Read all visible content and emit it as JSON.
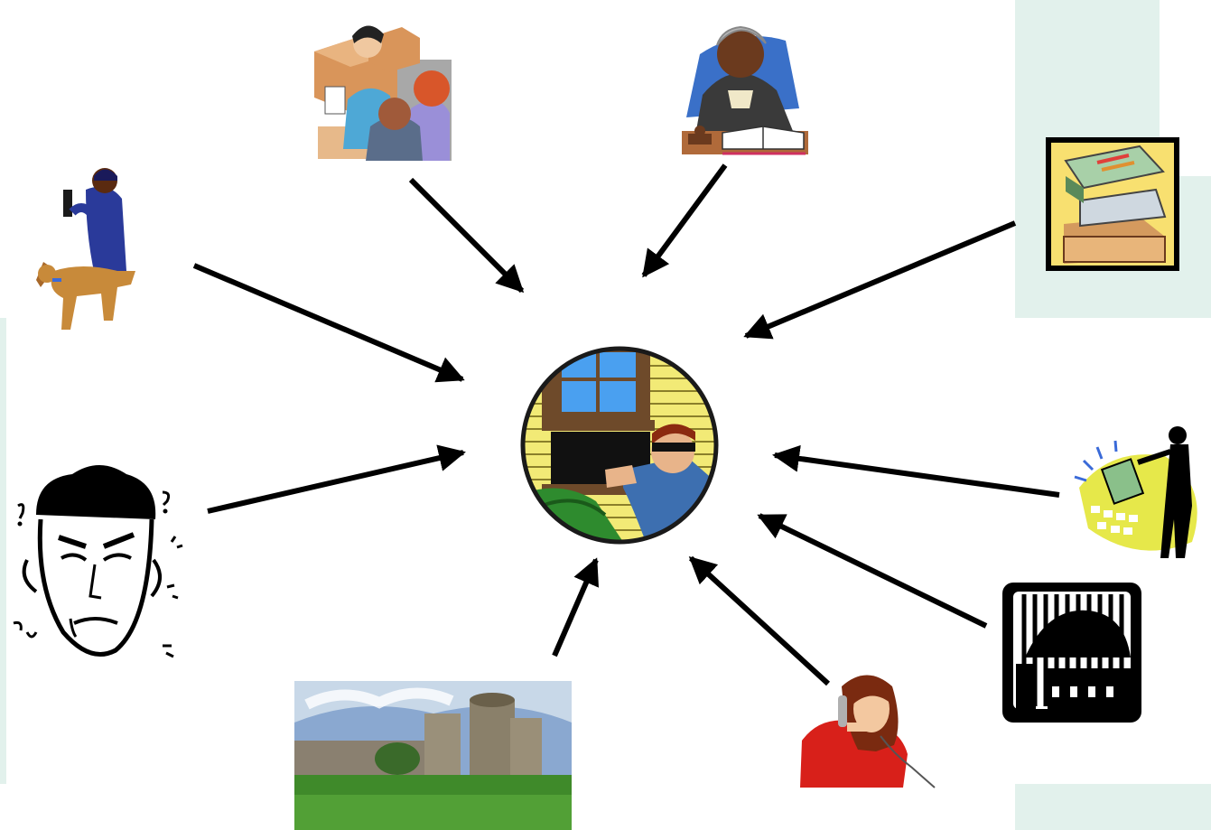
{
  "diagram": {
    "center": {
      "icon": "burglar-window-icon"
    },
    "nodes": [
      {
        "id": "office-clerks",
        "icon": "office-clerks-icon"
      },
      {
        "id": "judge",
        "icon": "judge-icon"
      },
      {
        "id": "law-books",
        "icon": "law-books-icon"
      },
      {
        "id": "police-dog",
        "icon": "police-officer-dog-icon"
      },
      {
        "id": "angry-man",
        "icon": "angry-man-icon"
      },
      {
        "id": "castle",
        "icon": "castle-photo"
      },
      {
        "id": "phone-woman",
        "icon": "woman-on-phone-icon"
      },
      {
        "id": "storefront",
        "icon": "storefront-icon"
      },
      {
        "id": "businessman-money",
        "icon": "businessman-money-icon"
      }
    ],
    "arrow_color": "#000000",
    "panel_color": "#e2f1ec"
  }
}
